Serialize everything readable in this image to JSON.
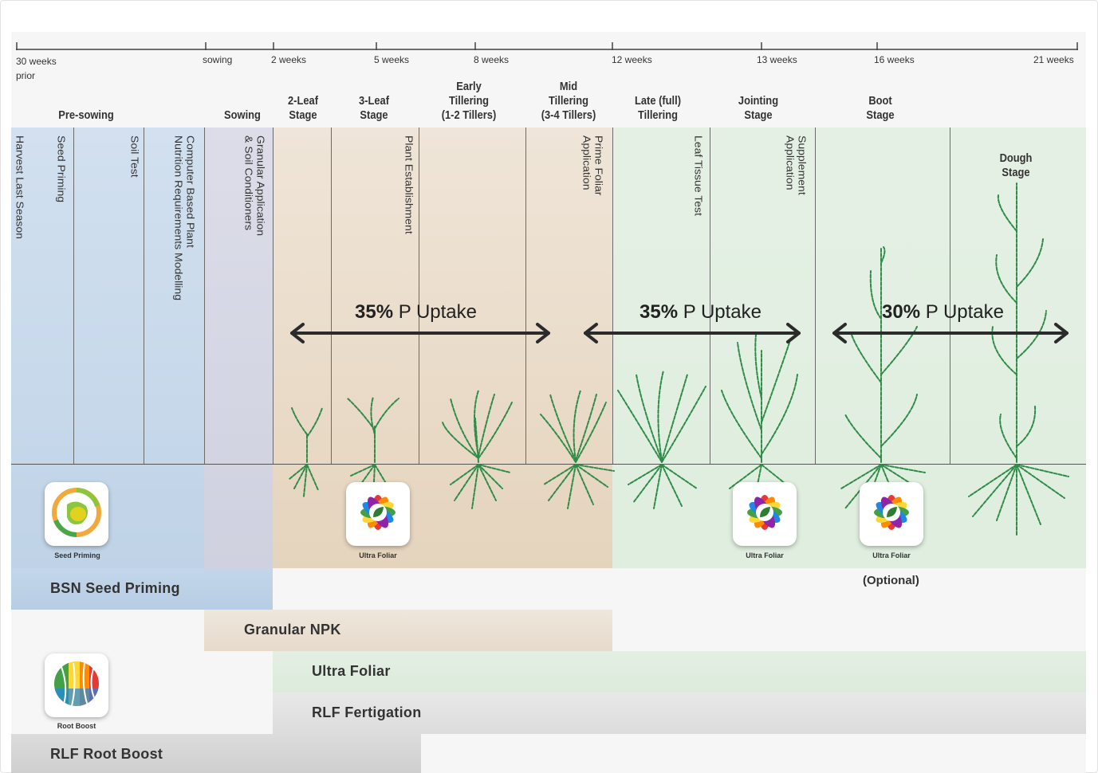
{
  "timeline": {
    "ticks": [
      "30 weeks\nprior",
      "sowing",
      "2 weeks",
      "5 weeks",
      "8 weeks",
      "12 weeks",
      "13 weeks",
      "16 weeks",
      "21 weeks"
    ]
  },
  "stages": {
    "pre_sowing": "Pre-sowing",
    "sowing": "Sowing",
    "two_leaf": "2-Leaf\nStage",
    "three_leaf": "3-Leaf\nStage",
    "early_tillering": "Early\nTillering\n(1-2 Tillers)",
    "mid_tillering": "Mid\nTillering\n(3-4 Tillers)",
    "late_tillering": "Late (full)\nTillering",
    "jointing": "Jointing\nStage",
    "boot": "Boot\nStage",
    "dough": "Dough\nStage"
  },
  "activities": {
    "harvest": "Harvest Last Season",
    "seed_priming": "Seed Priming",
    "soil_test": "Soil Test",
    "modelling": "Computer Based Plant\nNutrition Requirements Modelling",
    "granular_application": "Granular Application\n& Soil Conditioners",
    "plant_establishment": "Plant Establishment",
    "prime_foliar": "Prime Foliar\nApplication",
    "leaf_tissue_test": "Leaf Tissue Test",
    "supplement": "Supplement\nApplication"
  },
  "uptake": [
    {
      "pct": "35%",
      "label": "P Uptake"
    },
    {
      "pct": "35%",
      "label": "P Uptake"
    },
    {
      "pct": "30%",
      "label": "P Uptake"
    }
  ],
  "products": {
    "seed_priming": "Seed Priming",
    "ultra_foliar_1": "Ultra Foliar",
    "ultra_foliar_2": "Ultra Foliar",
    "ultra_foliar_3": "Ultra Foliar",
    "root_boost": "Root Boost",
    "optional_note": "(Optional)"
  },
  "bands": {
    "bsn_seed_priming": "BSN Seed Priming",
    "granular_npk": "Granular NPK",
    "ultra_foliar": "Ultra Foliar",
    "rlf_fertigation": "RLF Fertigation",
    "rlf_root_boost": "RLF Root Boost"
  },
  "colors": {
    "pre_sowing_zone": "#c4d6ea",
    "sowing_zone": "#d3d5e2",
    "early_growth_zone": "#e6d6c1",
    "late_growth_zone": "#e0eee0",
    "plant_green": "#2e8b48",
    "arrow": "#2b2b2b"
  }
}
